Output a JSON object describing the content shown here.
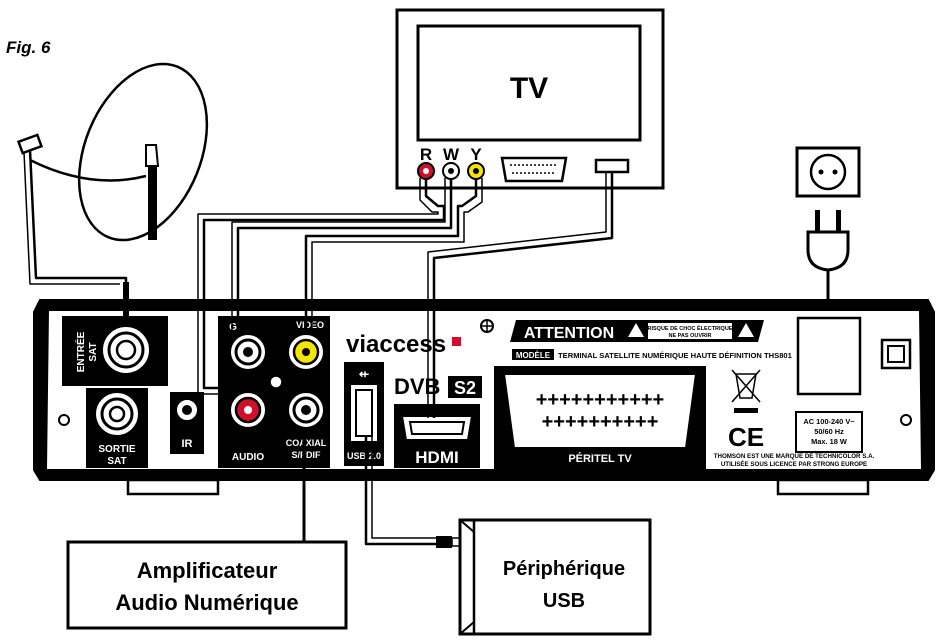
{
  "figure_label": "Fig. 6",
  "tv": {
    "title": "TV",
    "rca_r": "R",
    "rca_w": "W",
    "rca_y": "Y"
  },
  "receiver": {
    "entree_sat_1": "ENTRÉE",
    "entree_sat_2": "SAT",
    "sortie_sat_1": "SORTIE",
    "sortie_sat_2": "SAT",
    "ir": "IR",
    "g": "G",
    "video": "VIDEO",
    "audio": "AUDIO",
    "coaxial_1": "COAXIAL",
    "coaxial_2": "S/PDIF",
    "usb": "USB 2.0",
    "viaccess": "viaccess",
    "dvb": "DVB",
    "s2": "S2",
    "hdmi": "HDMI",
    "attention": "ATTENTION",
    "risque_1": "RISQUE DE CHOC ÉLECTRIQUE",
    "risque_2": "NE PAS OUVRIR",
    "modele_tag": "MODÈLE",
    "modele_text": "TERMINAL SATELLITE NUMÉRIQUE HAUTE DÉFINITION THS801",
    "peritel": "PÉRITEL TV",
    "ce": "CE",
    "thomson_1": "THOMSON EST UNE MARQUE DE TECHNICOLOR S.A.",
    "thomson_2": "UTILISÉE SOUS LICENCE PAR STRONG EUROPE",
    "power_1": "AC 100-240 V~",
    "power_2": "50/60 Hz",
    "power_3": "Max. 18 W"
  },
  "amplifier": {
    "line1": "Amplificateur",
    "line2": "Audio Numérique"
  },
  "usb_device": {
    "line1": "Périphérique",
    "line2": "USB"
  },
  "colors": {
    "red": "#d0102a",
    "yellow": "#f2e500",
    "black": "#000000",
    "white": "#ffffff"
  }
}
